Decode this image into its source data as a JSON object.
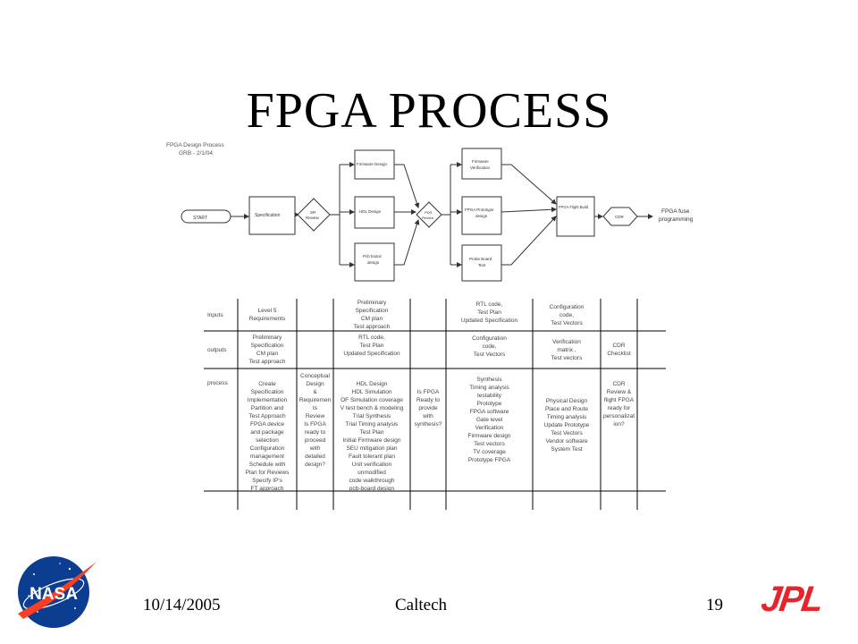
{
  "slide": {
    "title": "FPGA PROCESS"
  },
  "flow": {
    "caption_line1": "FPGA Design Process",
    "caption_line2": "GRB - 2/1/04",
    "start": "START",
    "synth": "Specification",
    "d1_l1": "SR",
    "d1_l2": "Review",
    "firmware": "Firmware Design",
    "hdl": "HDL Design",
    "pcb_l1": "Pcb board",
    "pcb_l2": "design",
    "d2_l1": "PDR",
    "d2_l2": "Review",
    "fw_l1": "Firmware",
    "fw_l2": "Verification",
    "proto_l1": "FPGA Prototype",
    "proto_l2": "design",
    "probe_l1": "Probe Board",
    "probe_l2": "Test",
    "flight": "FPGA Flight Build",
    "cdr": "CDR",
    "end_l1": "FPGA fuse",
    "end_l2": "programming"
  },
  "table": {
    "row_labels": {
      "inputs": "Inputs",
      "outputs": "outputs",
      "process": "process"
    },
    "inputs": [
      "Level 5\nRequirements",
      "",
      "Preliminary\nSpecification\nCM plan\nTest approach",
      "",
      "RTL code,\nTest Plan\nUpdated Specification",
      "Configuration\ncode,\nTest Vectors",
      "",
      ""
    ],
    "outputs": [
      "Preliminary\nSpecification\nCM plan\nTest approach",
      "",
      "RTL code,\nTest Plan\nUpdated Specification",
      "",
      "Configuration\ncode,\nTest Vectors",
      "Verification\nmatrix ,\nTest vectors",
      "CDR\nChecklist",
      ""
    ],
    "process": [
      "Create\nSpecification\nImplementation\nPartition and\nTest Approach\nFPGA device\nand package\nselection\nConfiguration\nmanagement\nSchedule with\nPlan for Reviews\nSpecify IP's\nFT approach",
      "Conceptual\nDesign\n&\nRequiremen\nts\nReview\nIs FPGA\nready to\nproceed\nwith\ndetailed\ndesign?",
      "HDL Design\nHDL Simulation\nOF Simulation coverage\nV test bench & modeling\nTrial Synthesis\nTrial Timing analysis\nTest Plan\nInitial Firmware design\nSEU mitigation plan\nFault tolerant plan\nUnit verification\nunmodified\ncode walkthrough\npcb-board design",
      "Is FPGA\nReady to\nprovide\nwith\nsynthesis?",
      "Synthesis\nTiming analysis\ntestability\nPrototype\nFPGA software\nGate level\nVerification\nFirmware design\nTest vectors\nTV coverage\nPrototype FPGA",
      "Physical Design\nPlace and Route\nTiming analysis\nUpdate Prototype\nTest Vectors\nVendor software\nSystem Test",
      "CDR\nReview &\nflight FPGA\nready for\npersonalizat\nion?",
      ""
    ]
  },
  "footer": {
    "date": "10/14/2005",
    "org": "Caltech",
    "page": "19"
  },
  "logos": {
    "nasa": "NASA",
    "jpl": "JPL"
  },
  "colors": {
    "nasa_blue": "#0b3d91",
    "nasa_red": "#fc3d21",
    "jpl_red": "#e8232b"
  }
}
